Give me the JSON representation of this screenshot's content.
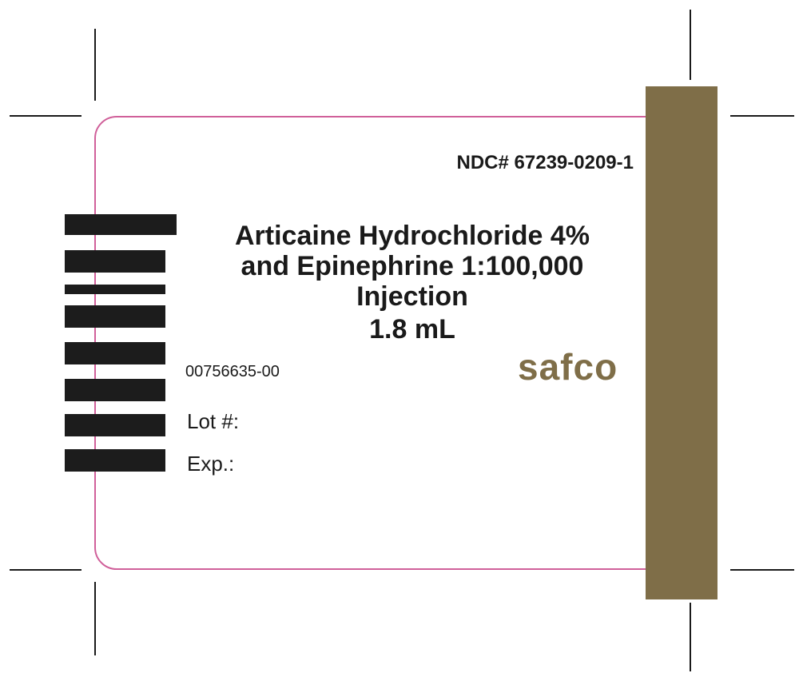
{
  "label": {
    "ndc": "NDC# 67239-0209-1",
    "product_lines": [
      "Articaine Hydrochloride 4%",
      "and Epinephrine 1:100,000",
      "Injection"
    ],
    "volume": "1.8 mL",
    "item_code": "00756635-00",
    "brand": "safco",
    "lot_label": "Lot #:",
    "exp_label": "Exp.:"
  },
  "colors": {
    "border": "#d0609a",
    "brand_band": "#7f6e48",
    "brand_text": "#7f6e48",
    "bars": "#1c1c1c"
  }
}
